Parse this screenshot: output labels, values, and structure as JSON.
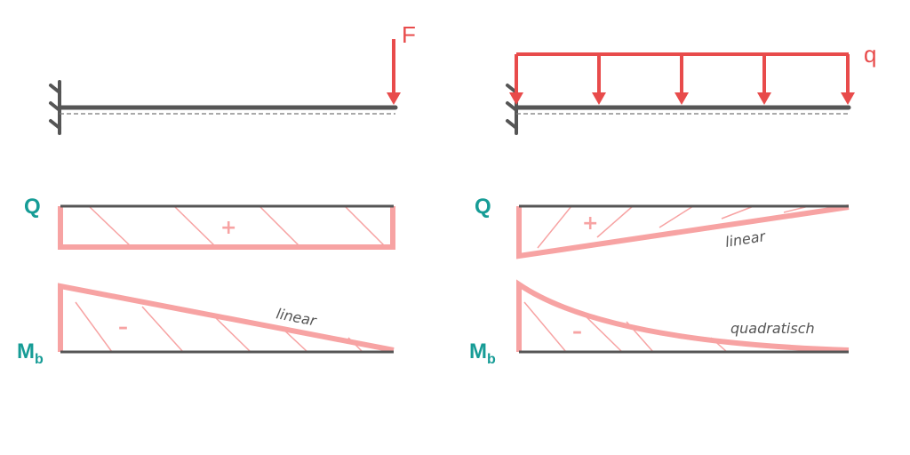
{
  "left": {
    "force_label": "F",
    "q_axis_label": "Q",
    "q_sign": "+",
    "m_axis_label": "M",
    "m_axis_sub": "b",
    "m_sign": "–",
    "m_curve_label": "linear"
  },
  "right": {
    "load_label": "q",
    "q_axis_label": "Q",
    "q_sign": "+",
    "q_curve_label": "linear",
    "m_axis_label": "M",
    "m_axis_sub": "b",
    "m_sign": "–",
    "m_curve_label": "quadratisch"
  },
  "colors": {
    "beam": "#555555",
    "load": "#e84b4b",
    "diagram": "#f7a3a3",
    "axis_label": "#169c96"
  }
}
